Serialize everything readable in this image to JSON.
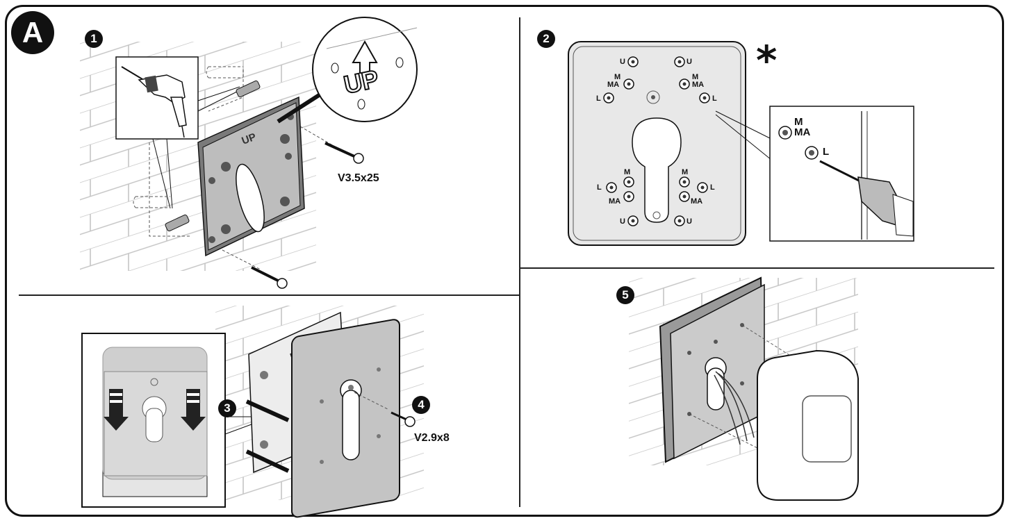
{
  "section_badge": "A",
  "steps": {
    "step1": "1",
    "step2": "2",
    "step3": "3",
    "step4": "4",
    "step5": "5"
  },
  "screw_labels": {
    "large_screw": "V3.5x25",
    "small_screw": "V2.9x8"
  },
  "plate_marking": "UP",
  "asterisk": "*",
  "hole_labels": {
    "u": "U",
    "m": "M",
    "ma": "MA",
    "l": "L"
  },
  "colors": {
    "frame": "#111111",
    "plate_gray": "#c9c9c9",
    "plate_dark": "#8e8e8e",
    "line_gray": "#bbbbbb"
  }
}
